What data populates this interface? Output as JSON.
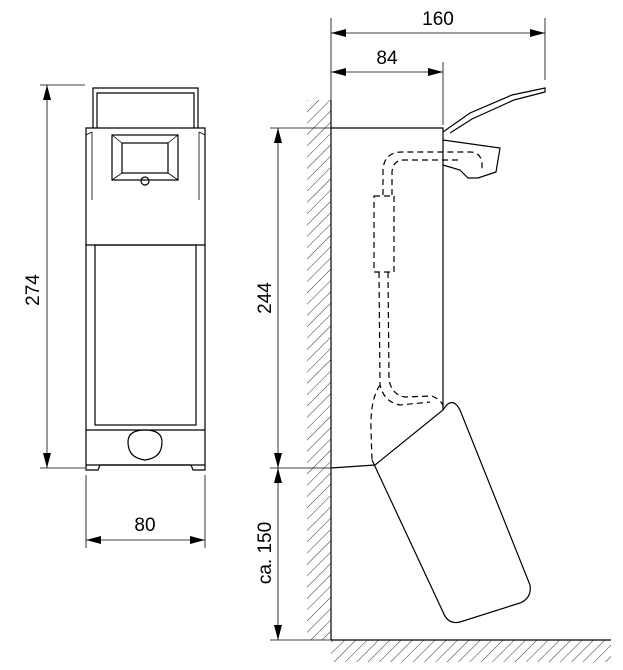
{
  "dimensions": {
    "width_top_overall": "160",
    "width_top_body": "84",
    "height_front": "274",
    "height_side": "244",
    "height_below": "ca. 150",
    "width_front": "80"
  }
}
